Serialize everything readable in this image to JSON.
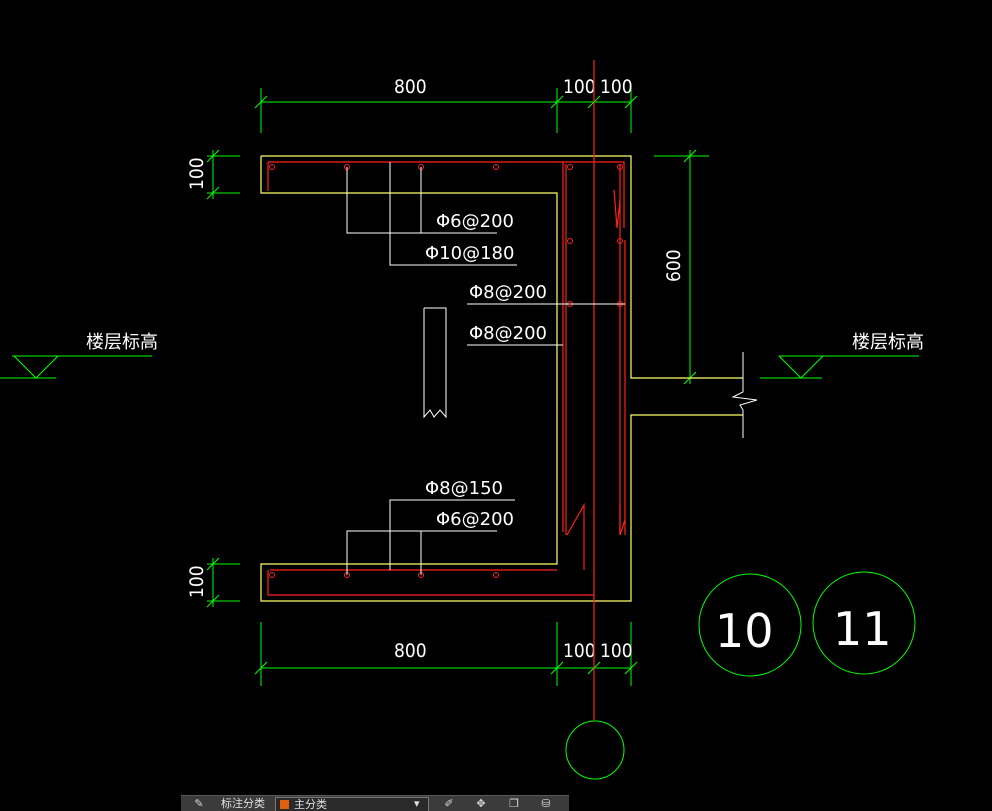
{
  "drawing": {
    "dim_top_800": "800",
    "dim_top_100a": "100",
    "dim_top_100b": "100",
    "dim_bottom_800": "800",
    "dim_bottom_100a": "100",
    "dim_bottom_100b": "100",
    "dim_left_top_100": "100",
    "dim_left_bottom_100": "100",
    "dim_right_600": "600",
    "rebar_1": "Φ6@200",
    "rebar_2": "Φ10@180",
    "rebar_3": "Φ8@200",
    "rebar_4": "Φ8@200",
    "rebar_5": "Φ8@150",
    "rebar_6": "Φ6@200",
    "floor_level_left": "楼层标高",
    "floor_level_right": "楼层标高",
    "bubble_10": "10",
    "bubble_11": "11",
    "bubble_blank": ""
  },
  "toolbar": {
    "label": "标注分类",
    "layer_value": "主分类"
  },
  "colors": {
    "outline": "#ffff66",
    "rebar": "#ff2020",
    "dimension": "#00ff00",
    "leader": "#ffffff"
  }
}
